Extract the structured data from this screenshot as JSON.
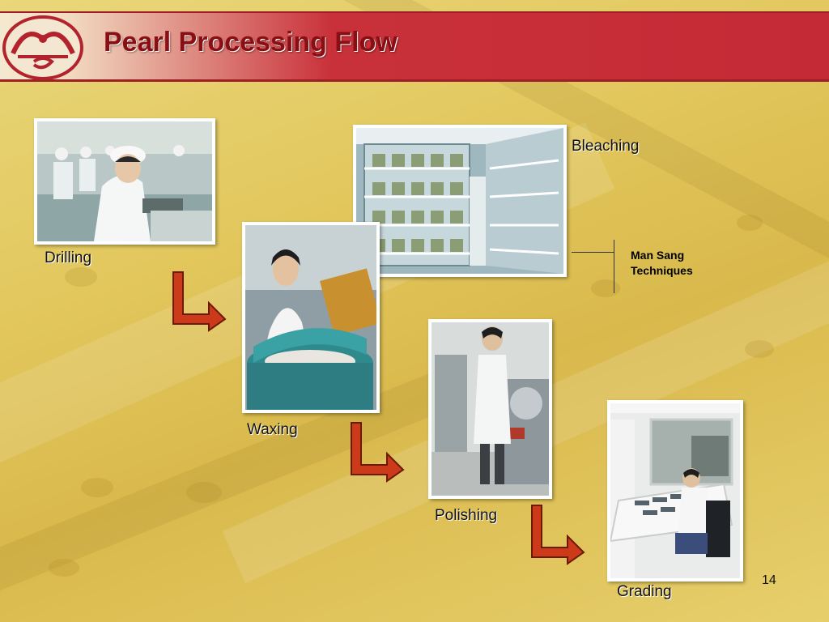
{
  "slide": {
    "title": "Pearl Processing Flow",
    "page_number": "14"
  },
  "steps": [
    {
      "label": "Drilling"
    },
    {
      "label": "Bleaching"
    },
    {
      "label": "Waxing"
    },
    {
      "label": "Polishing"
    },
    {
      "label": "Grading"
    }
  ],
  "annotation": {
    "line1": "Man Sang",
    "line2": "Techniques"
  },
  "colors": {
    "header_red": "#c42a35",
    "title_text": "#8a0f14",
    "arrow_fill": "#cc3a1a",
    "background": "#e2c75d"
  },
  "icons": [
    "company-logo-icon",
    "step-arrow-icon"
  ]
}
